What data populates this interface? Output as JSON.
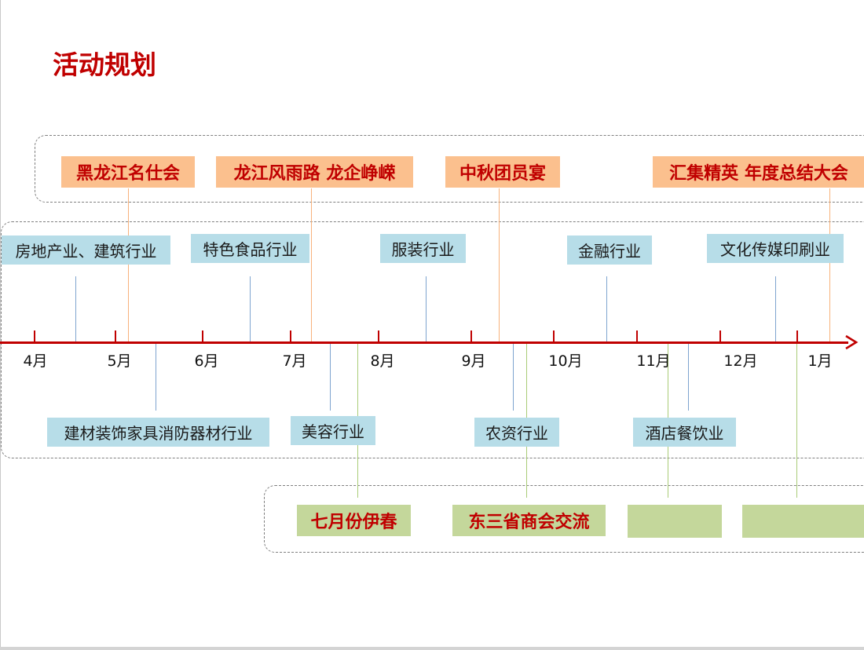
{
  "title": "活动规划",
  "colors": {
    "title": "#c00000",
    "axis": "#c00000",
    "major_event_fill": "#fbc08e",
    "industry_fill": "#b7dde8",
    "regional_event_fill": "#c4d79b",
    "major_connector": "#f7b27b",
    "industry_connector": "#7ea4cf",
    "regional_connector": "#a9cc77"
  },
  "timeline": {
    "months": [
      "4月",
      "5月",
      "6月",
      "7月",
      "8月",
      "9月",
      "10月",
      "11月",
      "12月",
      "1月"
    ]
  },
  "major_events": [
    {
      "label": "黑龙江名仕会"
    },
    {
      "label": "龙江风雨路 龙企峥嵘"
    },
    {
      "label": "中秋团员宴"
    },
    {
      "label": "汇集精英 年度总结大会"
    }
  ],
  "industries_above": [
    {
      "label": "房地产业、建筑行业"
    },
    {
      "label": "特色食品行业"
    },
    {
      "label": "服装行业"
    },
    {
      "label": "金融行业"
    },
    {
      "label": "文化传媒印刷业"
    }
  ],
  "industries_below": [
    {
      "label": "建材装饰家具消防器材行业"
    },
    {
      "label": "美容行业"
    },
    {
      "label": "农资行业"
    },
    {
      "label": "酒店餐饮业"
    }
  ],
  "regional_events": [
    {
      "label": "七月份伊春"
    },
    {
      "label": "东三省商会交流"
    },
    {
      "label": ""
    },
    {
      "label": ""
    }
  ]
}
